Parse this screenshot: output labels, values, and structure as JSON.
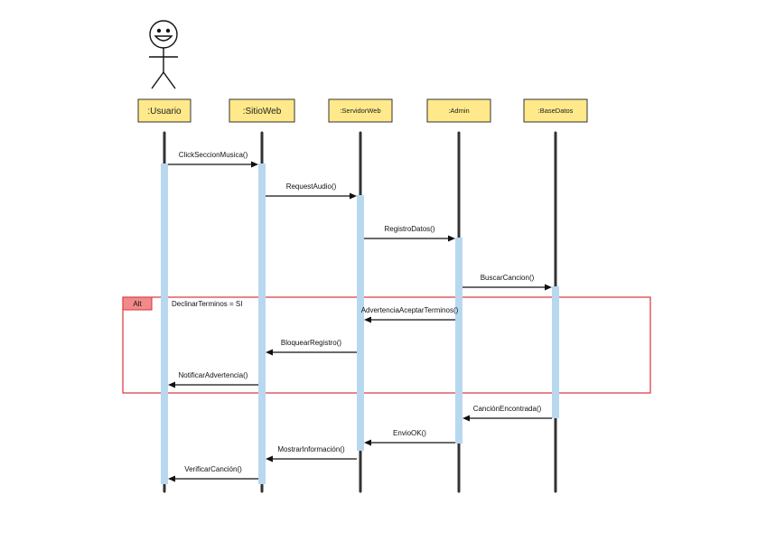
{
  "participants": [
    {
      "id": "usuario",
      "label": ":Usuario"
    },
    {
      "id": "sitioweb",
      "label": ":SitioWeb"
    },
    {
      "id": "servidorweb",
      "label": ":ServidorWeb"
    },
    {
      "id": "admin",
      "label": ":Admin"
    },
    {
      "id": "basedatos",
      "label": ":BaseDatos"
    }
  ],
  "messages": [
    {
      "from": "usuario",
      "to": "sitioweb",
      "label": "ClickSeccionMusica()"
    },
    {
      "from": "sitioweb",
      "to": "servidorweb",
      "label": "RequestAudio()"
    },
    {
      "from": "servidorweb",
      "to": "admin",
      "label": "RegistroDatos()"
    },
    {
      "from": "admin",
      "to": "basedatos",
      "label": "BuscarCancion()"
    },
    {
      "from": "admin",
      "to": "servidorweb",
      "label": "AdvertenciaAceptarTerminos()"
    },
    {
      "from": "servidorweb",
      "to": "sitioweb",
      "label": "BloquearRegistro()"
    },
    {
      "from": "sitioweb",
      "to": "usuario",
      "label": "NotificarAdvertencia()"
    },
    {
      "from": "basedatos",
      "to": "admin",
      "label": "CanciónEncontrada()"
    },
    {
      "from": "admin",
      "to": "servidorweb",
      "label": "EnvioOK()"
    },
    {
      "from": "servidorweb",
      "to": "sitioweb",
      "label": "MostrarInformación()"
    },
    {
      "from": "sitioweb",
      "to": "usuario",
      "label": "VerificarCanción()"
    }
  ],
  "alt_fragment": {
    "tag": "Alt",
    "guard": "DeclinarTerminos = SI"
  },
  "actor": {
    "icon": "stick-figure-actor-icon",
    "face": "smiley"
  },
  "colors": {
    "participant_fill": "#ffe98a",
    "activation": "#b8d8f0",
    "alt_frame": "#d9323c",
    "alt_tag": "#f28a8a"
  }
}
